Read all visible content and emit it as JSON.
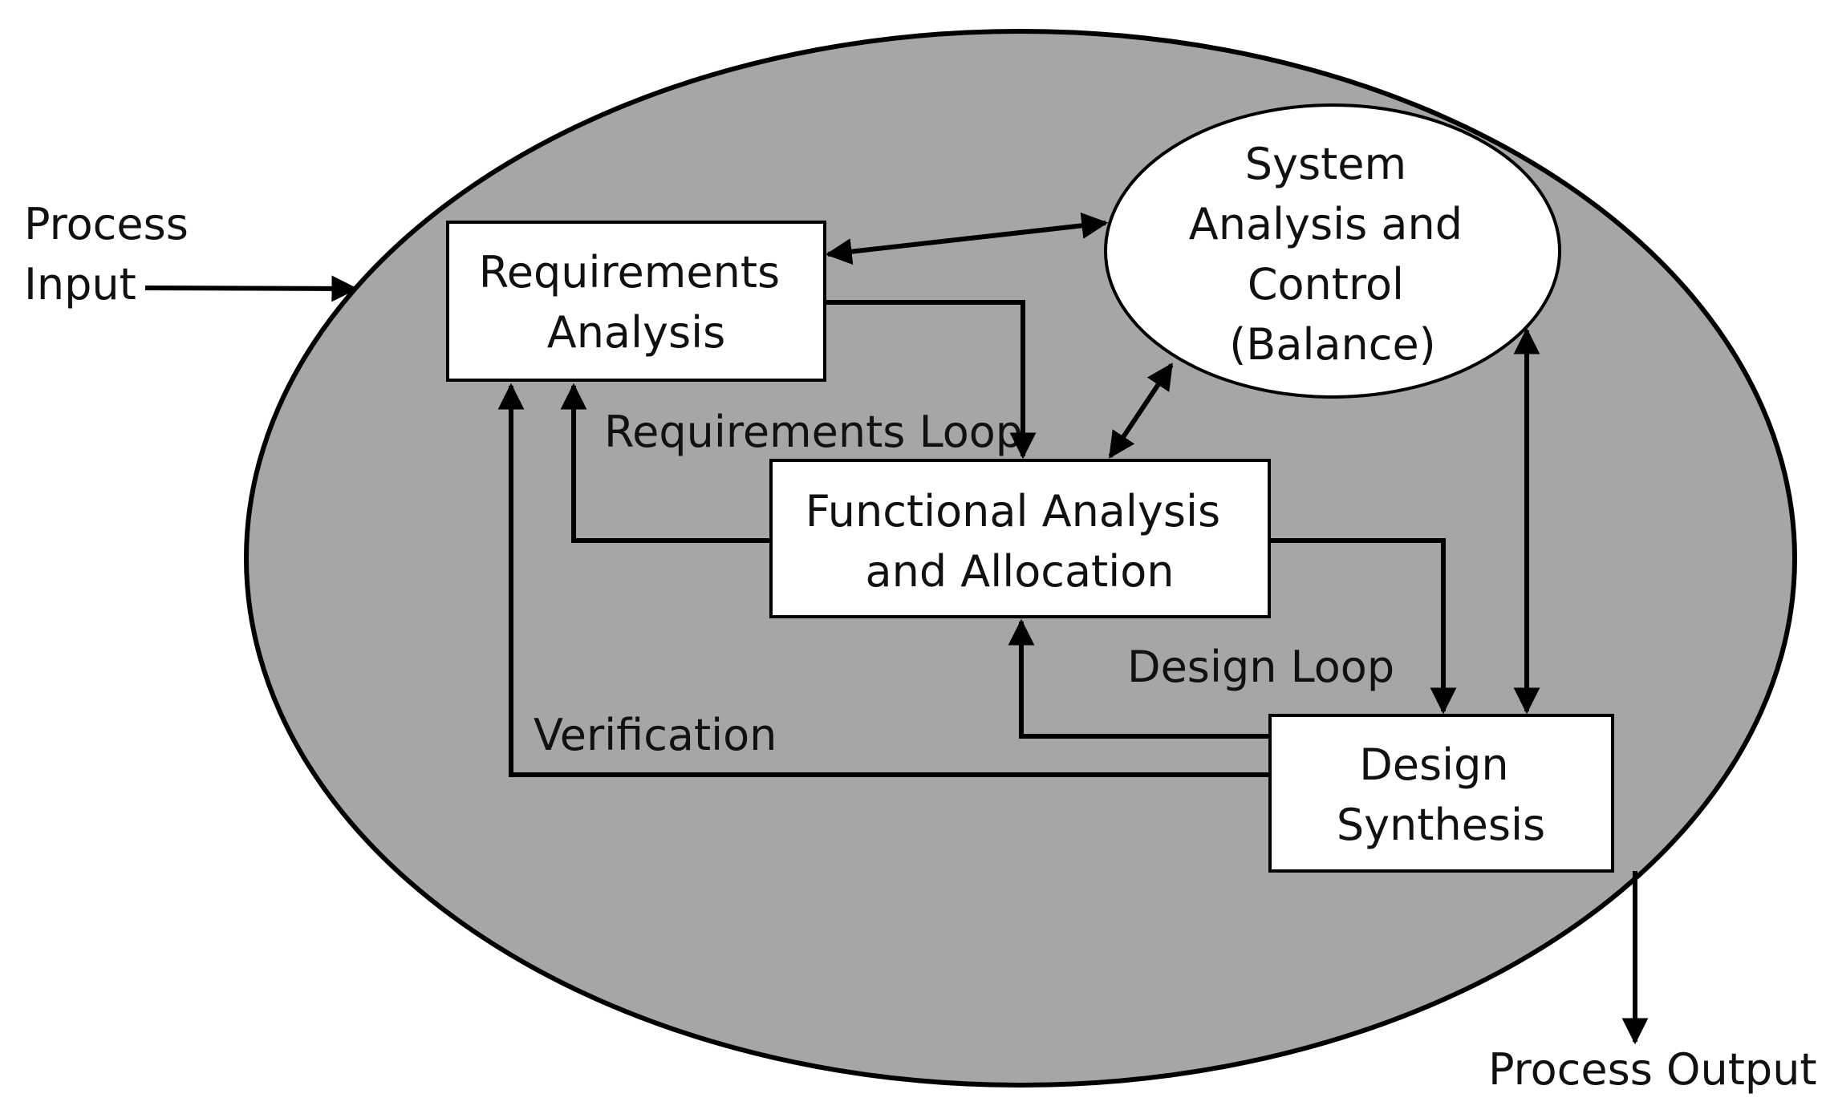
{
  "colors": {
    "ellipse_fill": "#a6a6a6",
    "stroke": "#000000",
    "box_fill": "#ffffff",
    "text": "#111111"
  },
  "nodes": {
    "requirements_analysis": {
      "lines": [
        "Requirements",
        "Analysis"
      ]
    },
    "functional_analysis": {
      "lines": [
        "Functional Analysis",
        "and Allocation"
      ]
    },
    "design_synthesis": {
      "lines": [
        "Design",
        "Synthesis"
      ]
    },
    "system_analysis": {
      "lines": [
        "System",
        "Analysis and",
        "Control",
        "(Balance)"
      ]
    }
  },
  "labels": {
    "process_input": [
      "Process",
      "Input"
    ],
    "process_output": "Process Output",
    "requirements_loop": "Requirements Loop",
    "design_loop": "Design Loop",
    "verification": "Verification"
  },
  "edges": [
    {
      "from": "process_input",
      "to": "process_ellipse"
    },
    {
      "from": "requirements_analysis",
      "to": "system_analysis",
      "bidirectional": true
    },
    {
      "from": "requirements_analysis",
      "to": "functional_analysis"
    },
    {
      "from": "functional_analysis",
      "to": "requirements_analysis",
      "label": "Requirements Loop"
    },
    {
      "from": "functional_analysis",
      "to": "system_analysis",
      "bidirectional": true
    },
    {
      "from": "functional_analysis",
      "to": "design_synthesis"
    },
    {
      "from": "design_synthesis",
      "to": "functional_analysis",
      "label": "Design Loop"
    },
    {
      "from": "design_synthesis",
      "to": "requirements_analysis",
      "label": "Verification"
    },
    {
      "from": "system_analysis",
      "to": "design_synthesis",
      "bidirectional": true
    },
    {
      "from": "process_ellipse",
      "to": "process_output"
    }
  ]
}
